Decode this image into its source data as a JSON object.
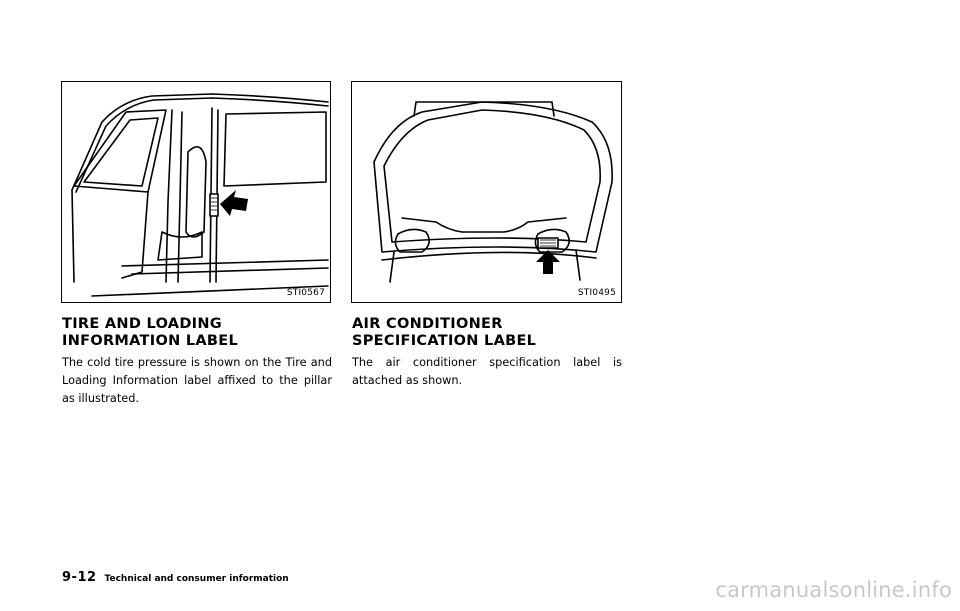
{
  "figures": {
    "left_code": "STI0567",
    "right_code": "STI0495"
  },
  "sections": {
    "left": {
      "heading": "TIRE AND LOADING INFORMATION LABEL",
      "body": "The cold tire pressure is shown on the Tire and Loading Information label affixed to the pillar as illustrated."
    },
    "right": {
      "heading": "AIR CONDITIONER SPECIFICATION LABEL",
      "body": "The air conditioner specification label is attached as shown."
    }
  },
  "footer": {
    "page_number": "9-12",
    "section_title": "Technical and consumer information"
  },
  "watermark": "carmanualsonline.info"
}
